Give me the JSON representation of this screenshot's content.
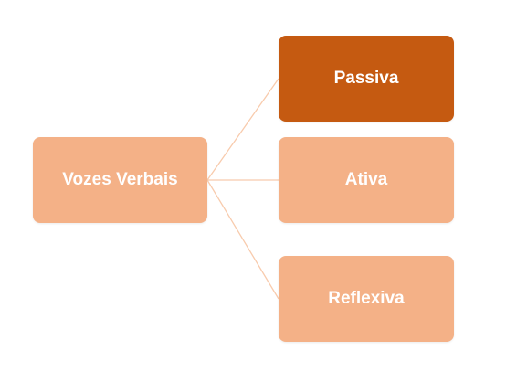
{
  "colors": {
    "node_light": "#f4b187",
    "node_highlight": "#c55a11",
    "connector": "#f8cbad",
    "text": "#ffffff"
  },
  "diagram": {
    "root": {
      "label": "Vozes Verbais"
    },
    "children": [
      {
        "label": "Passiva",
        "highlighted": true
      },
      {
        "label": "Ativa",
        "highlighted": false
      },
      {
        "label": "Reflexiva",
        "highlighted": false
      }
    ]
  }
}
